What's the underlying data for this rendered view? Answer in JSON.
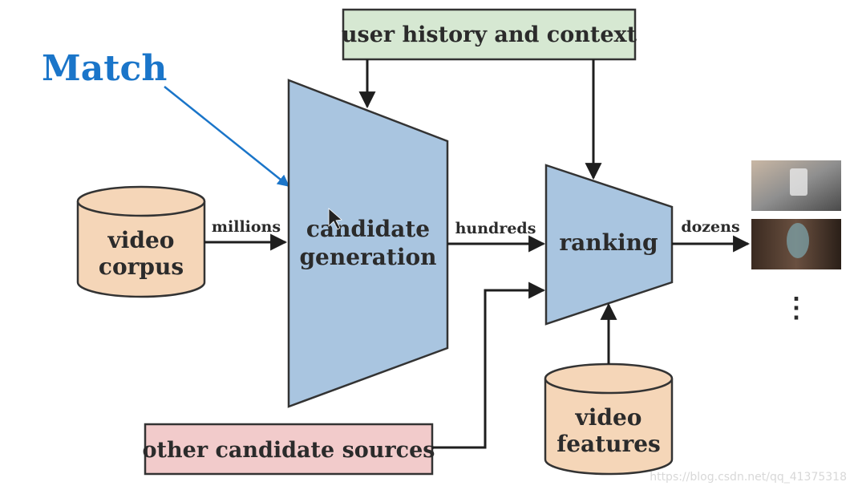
{
  "annotation": {
    "text": "Match",
    "color": "#1a75c9"
  },
  "nodes": {
    "user_history": {
      "text": "user history and context",
      "fill": "#d6e8d2"
    },
    "video_corpus": {
      "line1": "video",
      "line2": "corpus",
      "fill": "#f5d6b8"
    },
    "candidate_generation": {
      "line1": "candidate",
      "line2": "generation",
      "fill": "#a9c5e0"
    },
    "ranking": {
      "text": "ranking",
      "fill": "#a9c5e0"
    },
    "video_features": {
      "line1": "video",
      "line2": "features",
      "fill": "#f5d6b8"
    },
    "other_sources": {
      "text": "other candidate sources",
      "fill": "#f2cbcb"
    }
  },
  "edges": {
    "corpus_to_generation": "millions",
    "generation_to_ranking": "hundreds",
    "ranking_to_output": "dozens"
  },
  "output": {
    "ellipsis": "⋮"
  },
  "watermark": "https://blog.csdn.net/qq_41375318"
}
